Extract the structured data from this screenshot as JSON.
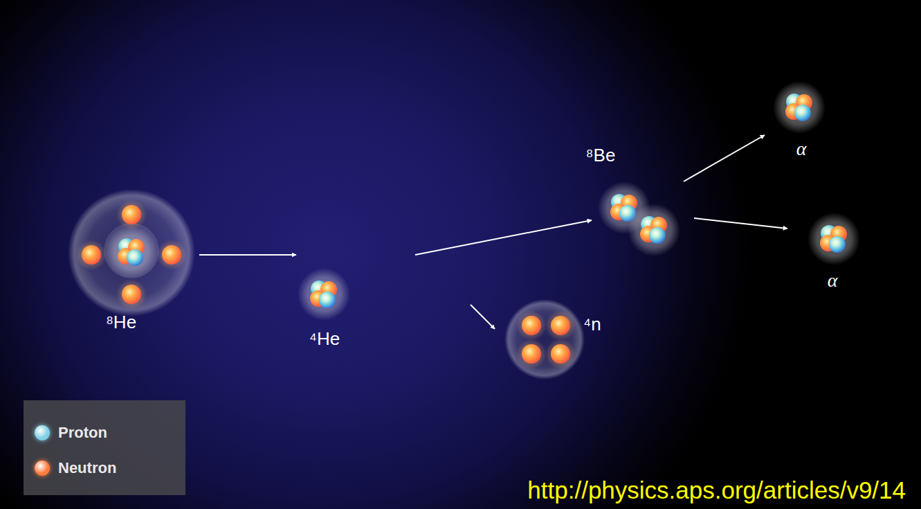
{
  "diagram": {
    "nodes": [
      {
        "text": [
          "⁸He"
        ]
      },
      {
        "text": [
          "⁴He"
        ]
      },
      {
        "text": [
          "⁴n"
        ]
      },
      {
        "text": [
          "⁸Be"
        ]
      },
      {
        "text": [
          "α"
        ]
      },
      {
        "text": [
          "α"
        ]
      }
    ],
    "edges": [
      {
        "from": 0,
        "to": 1,
        "arrow": "to"
      },
      {
        "from": 1,
        "to": 3,
        "arrow": "to"
      },
      {
        "from": 1,
        "to": 2,
        "arrow": "to"
      },
      {
        "from": 3,
        "to": 4,
        "arrow": "to"
      },
      {
        "from": 3,
        "to": 5,
        "arrow": "to"
      }
    ],
    "labels": [
      "http://physics.aps.org/articles/v9/14"
    ],
    "legend": [
      {
        "text": "Proton",
        "color": "#7fd0e6"
      },
      {
        "text": "Neutron",
        "color": "#ff7a3c"
      }
    ]
  }
}
